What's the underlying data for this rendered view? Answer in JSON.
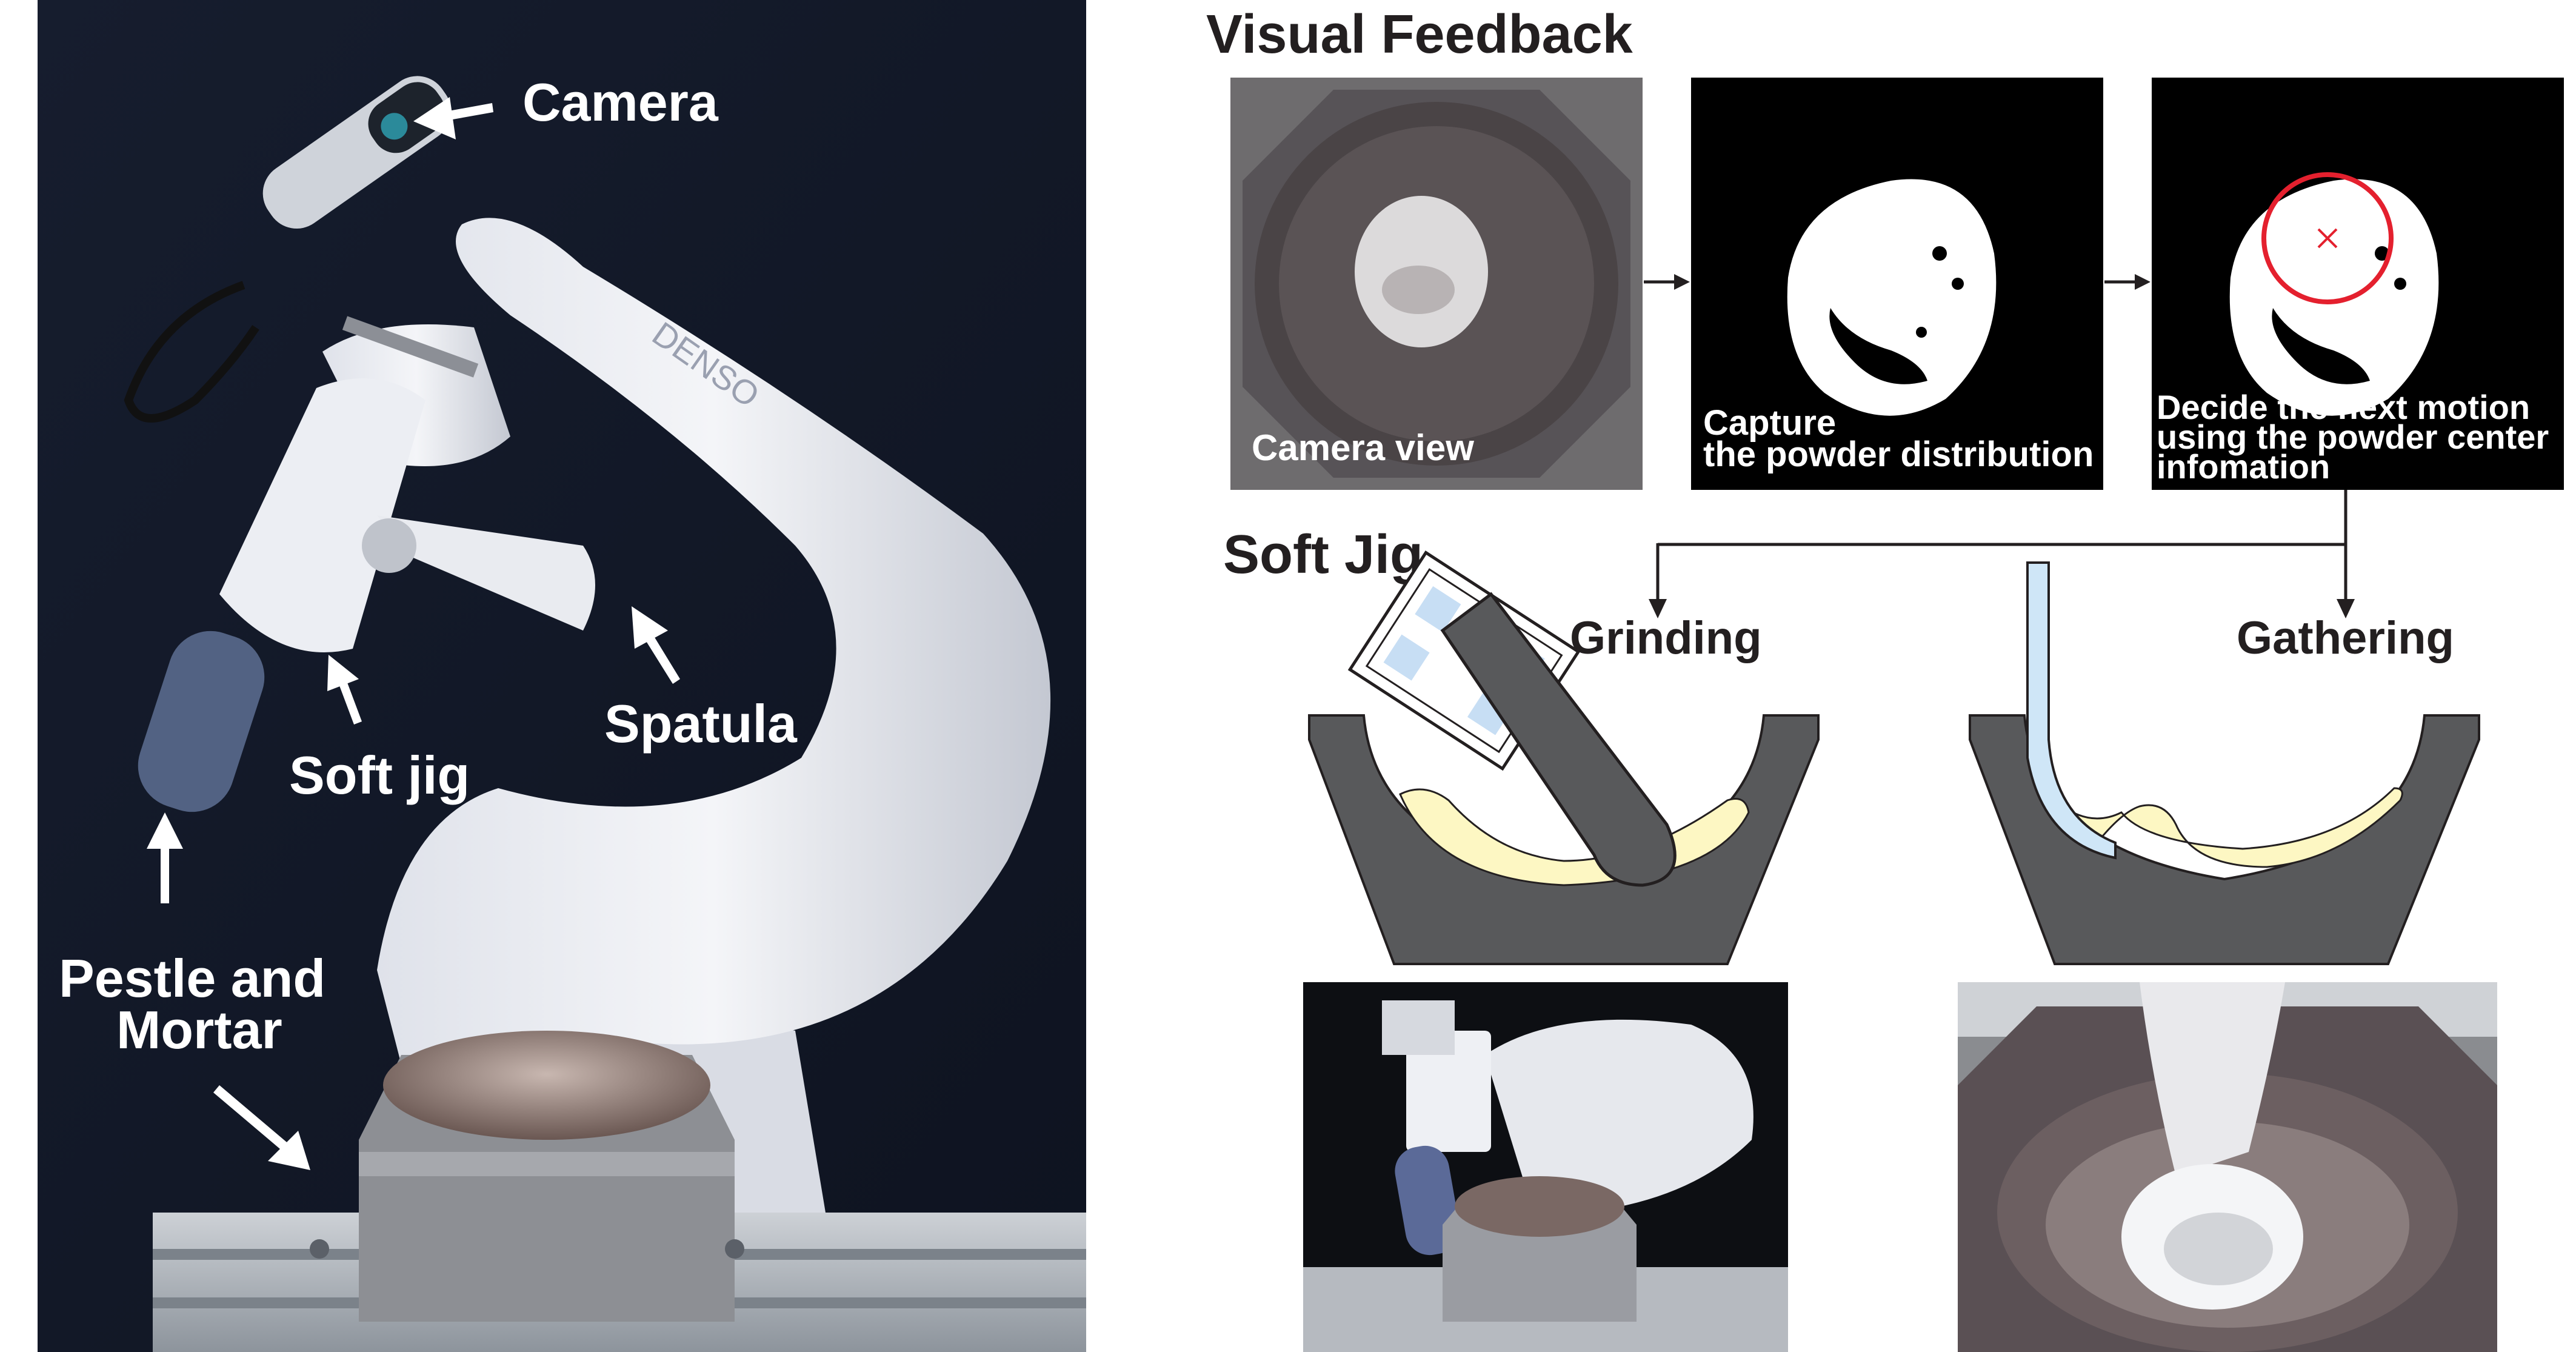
{
  "photo": {
    "labels": {
      "camera": "Camera",
      "spatula": "Spatula",
      "soft_jig": "Soft jig",
      "pestle_mortar_line1": "Pestle and",
      "pestle_mortar_line2": "Mortar"
    }
  },
  "visual_feedback": {
    "title": "Visual Feedback",
    "panels": [
      {
        "caption_lines": [
          "Camera view"
        ]
      },
      {
        "caption_lines": [
          "Capture",
          "the powder distribution"
        ]
      },
      {
        "caption_lines": [
          "Decide the next motion",
          "using the powder center",
          "infomation"
        ]
      }
    ]
  },
  "soft_jig": {
    "title": "Soft Jig",
    "grinding": "Grinding",
    "gathering": "Gathering"
  },
  "colors": {
    "black": "#000000",
    "dark_gray": "#58595b",
    "powder_yellow": "#fdf7c3",
    "spatula_blue": "#cfe6f7",
    "jig_blue": "#c7def4",
    "target_red": "#e4202e"
  }
}
